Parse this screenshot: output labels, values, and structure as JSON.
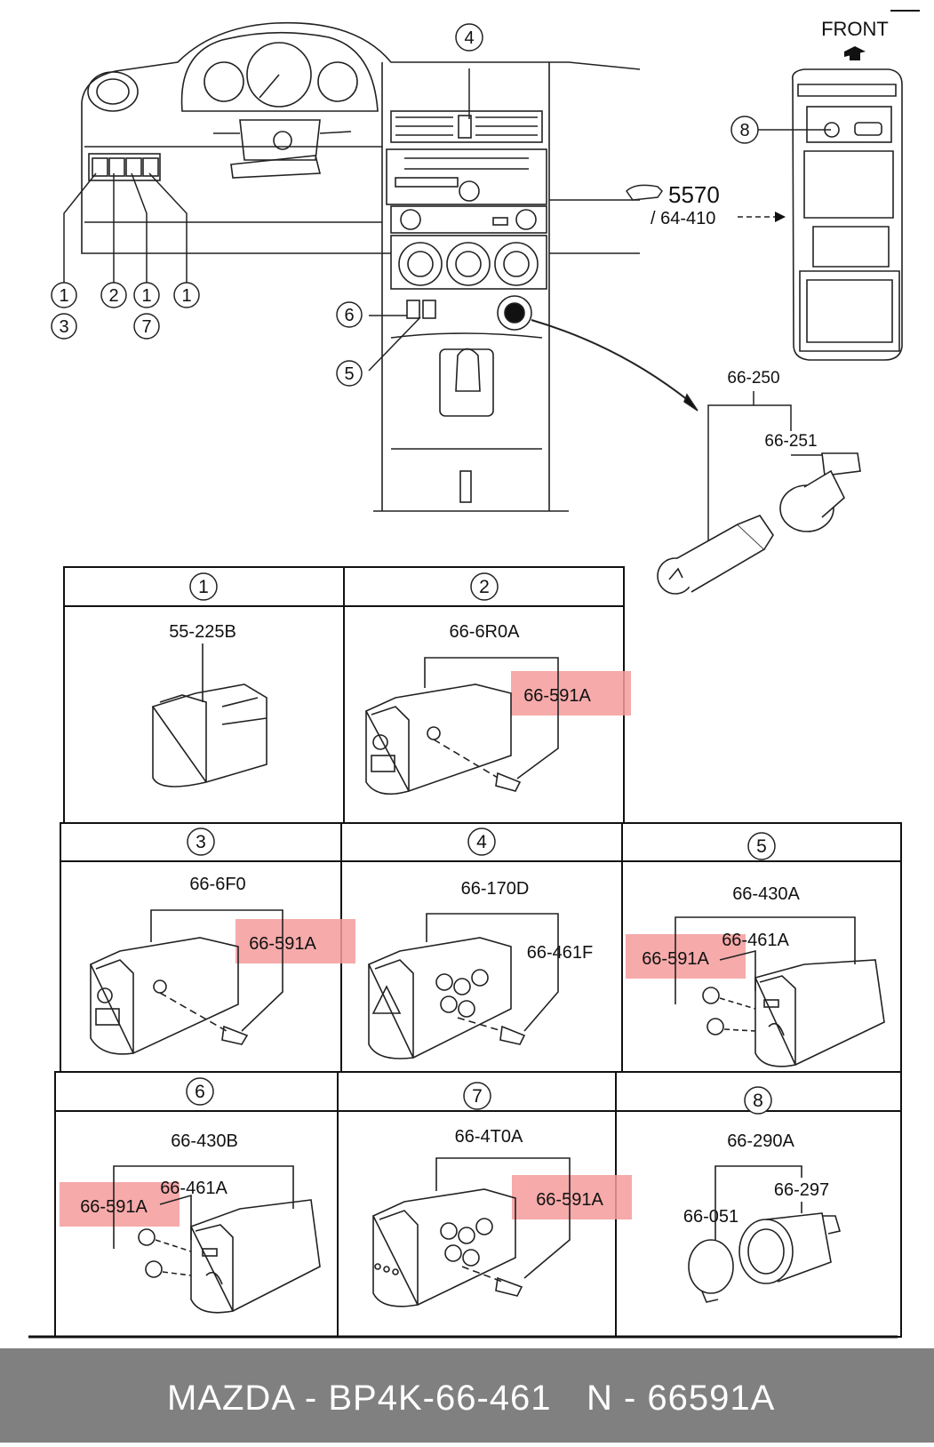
{
  "header": {
    "front_label": "FRONT",
    "console_ref_top": "5570",
    "console_ref_bottom": "/ 64-410"
  },
  "callouts": {
    "c1": "1",
    "c2": "2",
    "c3": "3",
    "c4": "4",
    "c5": "5",
    "c6": "6",
    "c7": "7",
    "c8": "8"
  },
  "lighter_parts": {
    "main": "66-250",
    "socket": "66-251"
  },
  "grid": {
    "cell1": {
      "num": "1",
      "part": "55-225B"
    },
    "cell2": {
      "num": "2",
      "part": "66-6R0A",
      "highlight": "66-591A"
    },
    "cell3": {
      "num": "3",
      "part": "66-6F0",
      "highlight": "66-591A"
    },
    "cell4": {
      "num": "4",
      "part": "66-170D",
      "screw": "66-461F"
    },
    "cell5": {
      "num": "5",
      "part": "66-430A",
      "screw": "66-461A",
      "highlight": "66-591A"
    },
    "cell6": {
      "num": "6",
      "part": "66-430B",
      "screw": "66-461A",
      "highlight": "66-591A"
    },
    "cell7": {
      "num": "7",
      "part": "66-4T0A",
      "highlight": "66-591A"
    },
    "cell8": {
      "num": "8",
      "part": "66-290A",
      "cap": "66-051",
      "socket": "66-297"
    }
  },
  "colors": {
    "highlight": "#f49b9b",
    "footer_bg": "#808080",
    "footer_text": "#ffffff"
  },
  "footer": {
    "left": "MAZDA - BP4K-66-461",
    "right": "N - 66591A"
  }
}
